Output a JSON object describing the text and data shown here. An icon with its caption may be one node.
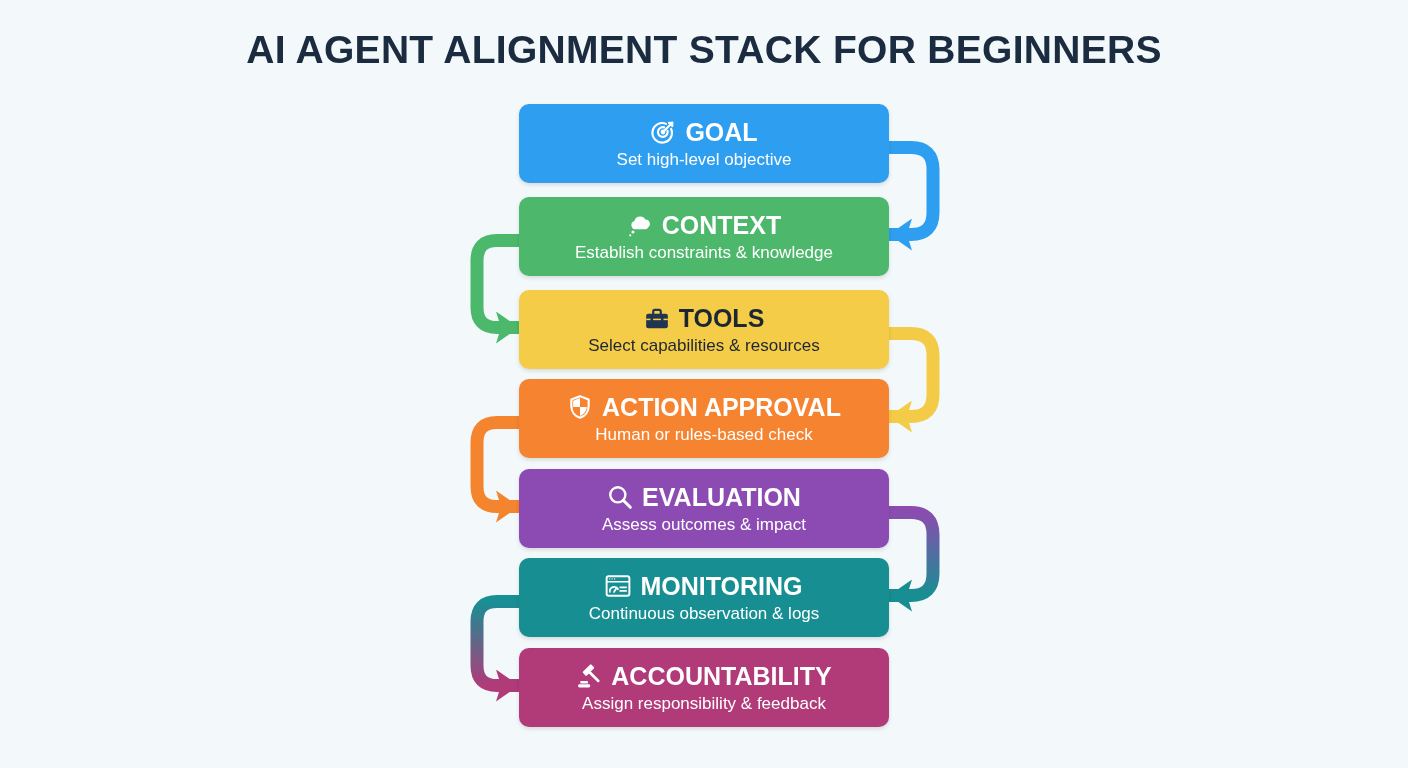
{
  "diagram": {
    "title": "AI AGENT ALIGNMENT STACK FOR BEGINNERS",
    "nodes": [
      {
        "text": [
          "GOAL",
          "Set high-level objective"
        ]
      },
      {
        "text": [
          "CONTEXT",
          "Establish constraints & knowledge"
        ]
      },
      {
        "text": [
          "TOOLS",
          "Select capabilities & resources"
        ]
      },
      {
        "text": [
          "ACTION APPROVAL",
          "Human or rules-based check"
        ]
      },
      {
        "text": [
          "EVALUATION",
          "Assess outcomes & impact"
        ]
      },
      {
        "text": [
          "MONITORING",
          "Continuous observation & logs"
        ]
      },
      {
        "text": [
          "ACCOUNTABILITY",
          "Assign responsibility & feedback"
        ]
      }
    ],
    "edges": [
      {
        "from": 0,
        "to": 1,
        "arrow": "to",
        "color": "#2e9ef0"
      },
      {
        "from": 1,
        "to": 2,
        "arrow": "to",
        "color": "#4cb86c"
      },
      {
        "from": 2,
        "to": 3,
        "arrow": "to",
        "color": "#f4cb47"
      },
      {
        "from": 3,
        "to": 4,
        "arrow": "to",
        "color": "#f5842f"
      },
      {
        "from": 4,
        "to": 5,
        "arrow": "to",
        "color": "#8b4cb0"
      },
      {
        "from": 5,
        "to": 6,
        "arrow": "to",
        "color": "#178f95"
      }
    ]
  }
}
